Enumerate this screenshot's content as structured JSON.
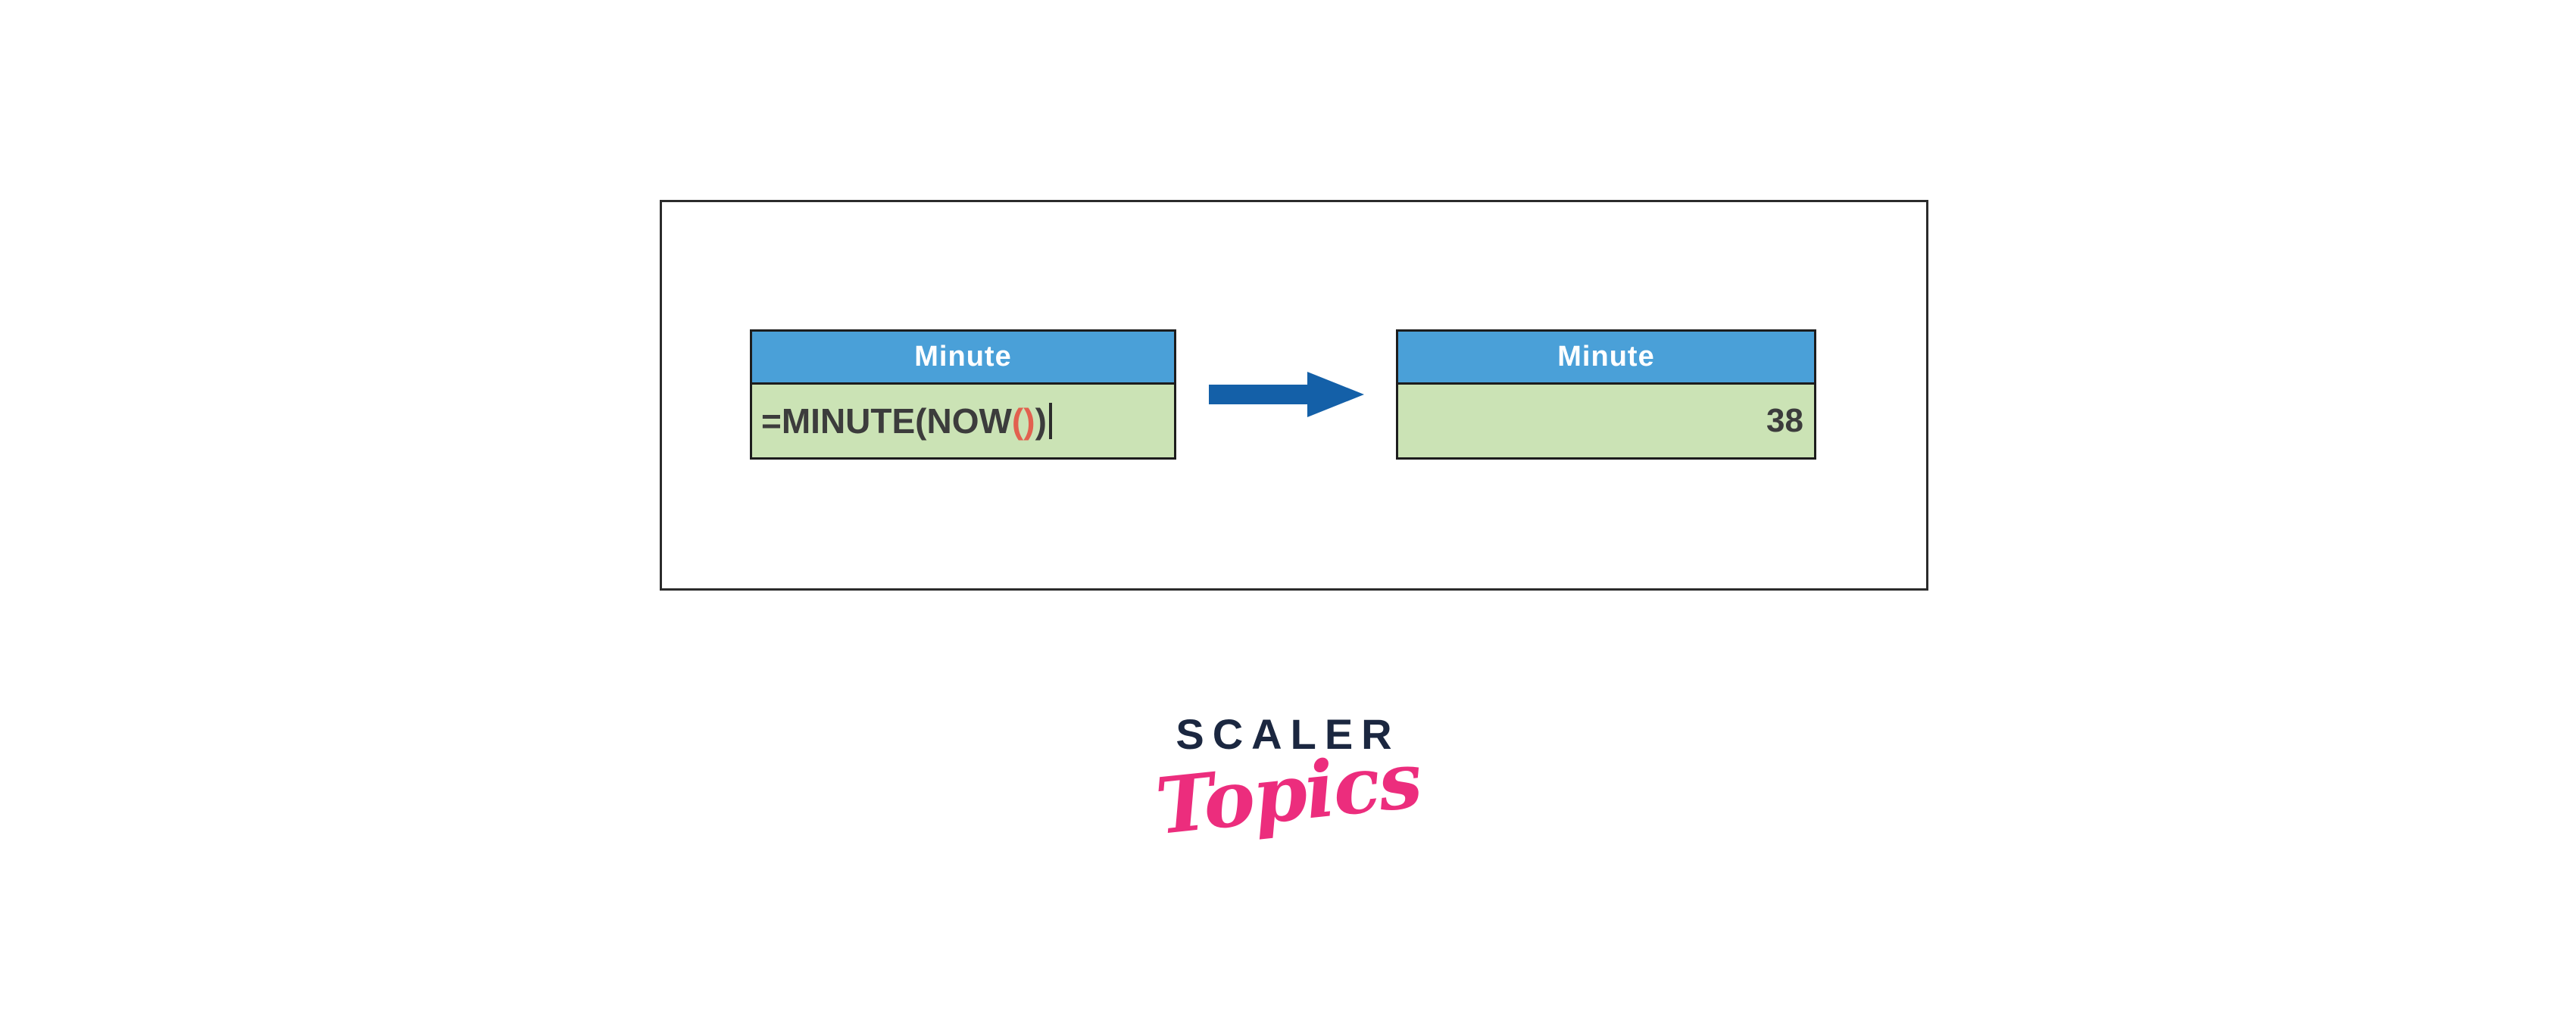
{
  "figure": {
    "before_table": {
      "header": "Minute",
      "formula_segments": {
        "main": "=MINUTE(NOW",
        "inner_parens": "()",
        "closing": ")"
      }
    },
    "arrow_icon": "right-arrow",
    "after_table": {
      "header": "Minute",
      "value": "38"
    }
  },
  "brand": {
    "title": "SCALER",
    "subtitle": "Topics"
  },
  "colors": {
    "header_blue": "#4aa0d8",
    "cell_green": "#cbe3b5",
    "cell_text": "#3c3c3c",
    "formula_red": "#e2614f",
    "arrow_blue": "#1460a8",
    "brand_navy": "#1b2740",
    "brand_pink": "#ec2d7d"
  }
}
